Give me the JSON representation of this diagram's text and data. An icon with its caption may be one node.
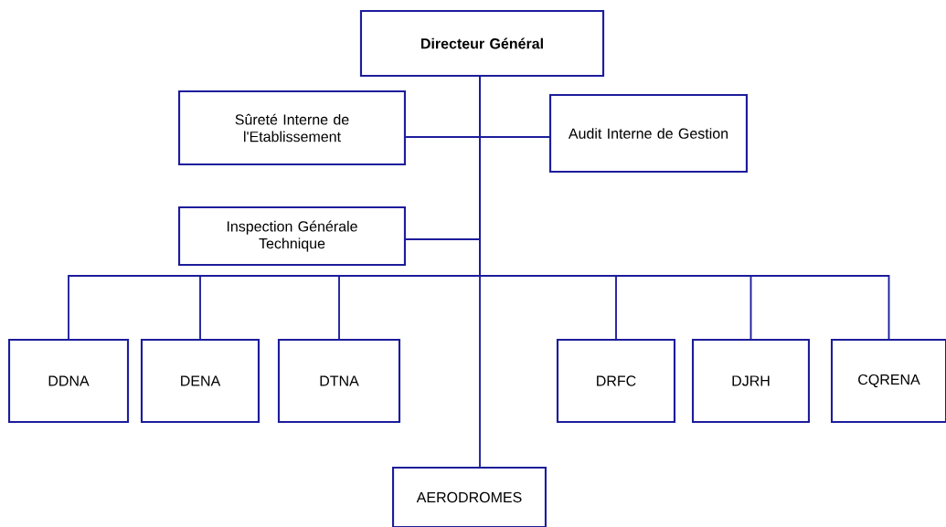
{
  "diagram": {
    "nodes": [
      {
        "text": [
          "Directeur Général"
        ]
      },
      {
        "text": [
          "Sûreté Interne de l'Etablissement"
        ]
      },
      {
        "text": [
          "Audit Interne de Gestion"
        ]
      },
      {
        "text": [
          "Inspection Générale Technique"
        ]
      },
      {
        "text": [
          "DDNA"
        ]
      },
      {
        "text": [
          "DENA"
        ]
      },
      {
        "text": [
          "DTNA"
        ]
      },
      {
        "text": [
          "DRFC"
        ]
      },
      {
        "text": [
          "DJRH"
        ]
      },
      {
        "text": [
          "CQRENA"
        ]
      },
      {
        "text": [
          "AERODROMES"
        ]
      }
    ],
    "edges": [
      {
        "from": 0,
        "to": 1,
        "arrow": "none"
      },
      {
        "from": 0,
        "to": 2,
        "arrow": "none"
      },
      {
        "from": 0,
        "to": 3,
        "arrow": "none"
      },
      {
        "from": 0,
        "to": 4,
        "arrow": "none"
      },
      {
        "from": 0,
        "to": 5,
        "arrow": "none"
      },
      {
        "from": 0,
        "to": 6,
        "arrow": "none"
      },
      {
        "from": 0,
        "to": 7,
        "arrow": "none"
      },
      {
        "from": 0,
        "to": 8,
        "arrow": "none"
      },
      {
        "from": 0,
        "to": 9,
        "arrow": "none"
      },
      {
        "from": 0,
        "to": 10,
        "arrow": "none"
      }
    ]
  }
}
